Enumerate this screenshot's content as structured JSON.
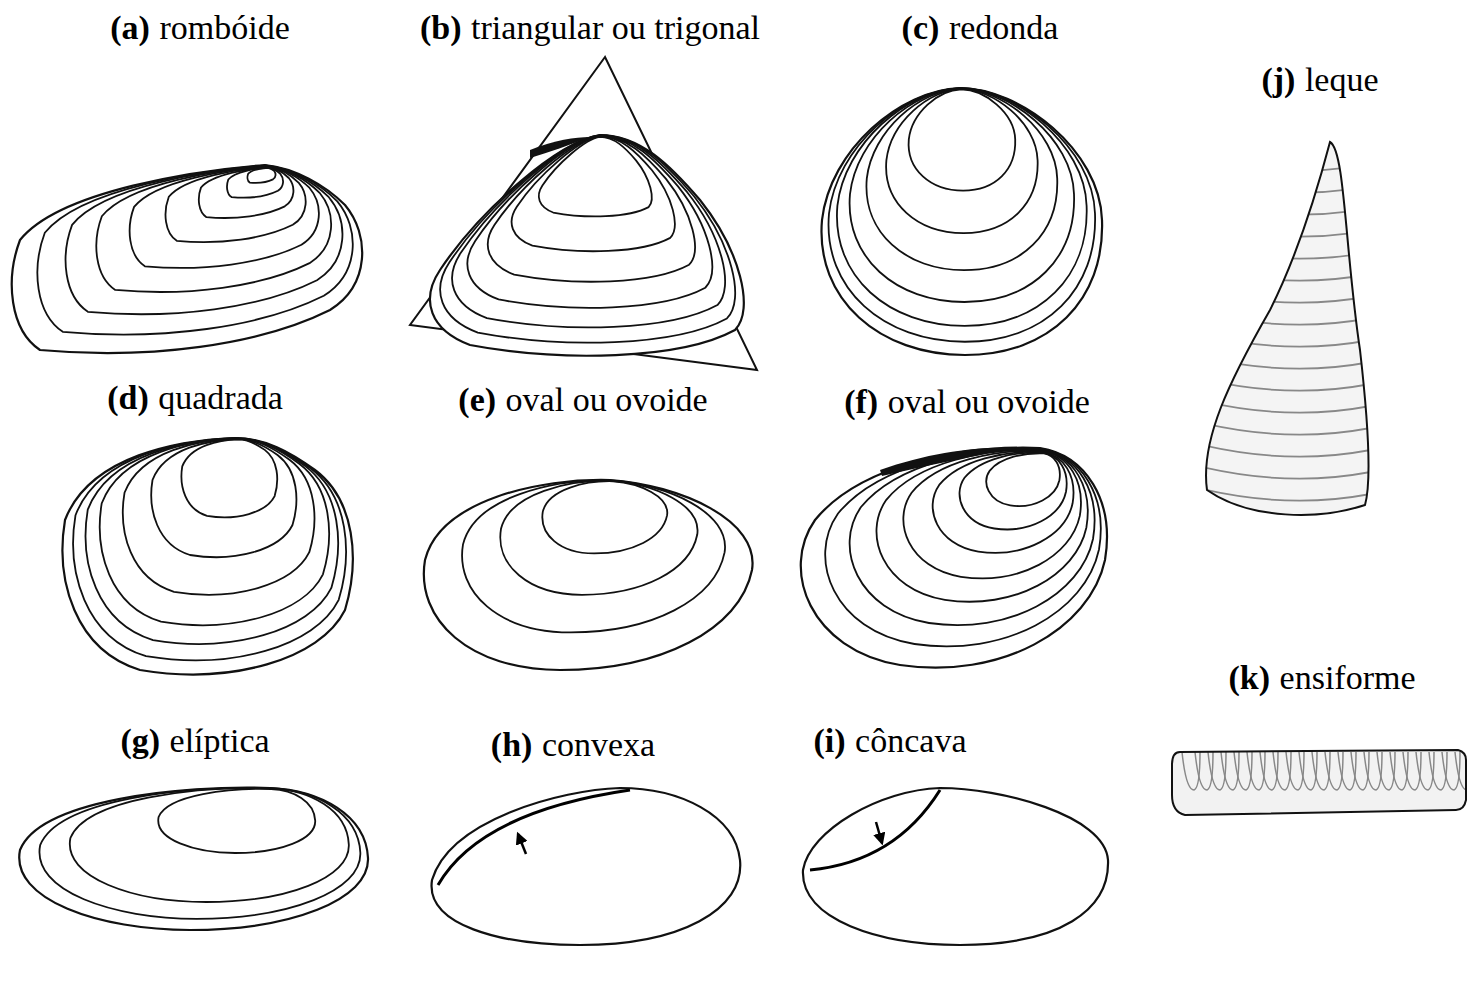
{
  "diagram": {
    "labels": [
      "(a)",
      "rombóide",
      "(b)",
      "triangular ou trigonal",
      "(c)",
      "redonda",
      "(d)",
      "quadrada",
      "(e)",
      "oval ou ovoide",
      "(f)",
      "oval ou ovoide",
      "(g)",
      "elíptica",
      "(h)",
      "convexa",
      "(i)",
      "côncava",
      "(j)",
      "leque",
      "(k)",
      "ensiforme"
    ]
  }
}
